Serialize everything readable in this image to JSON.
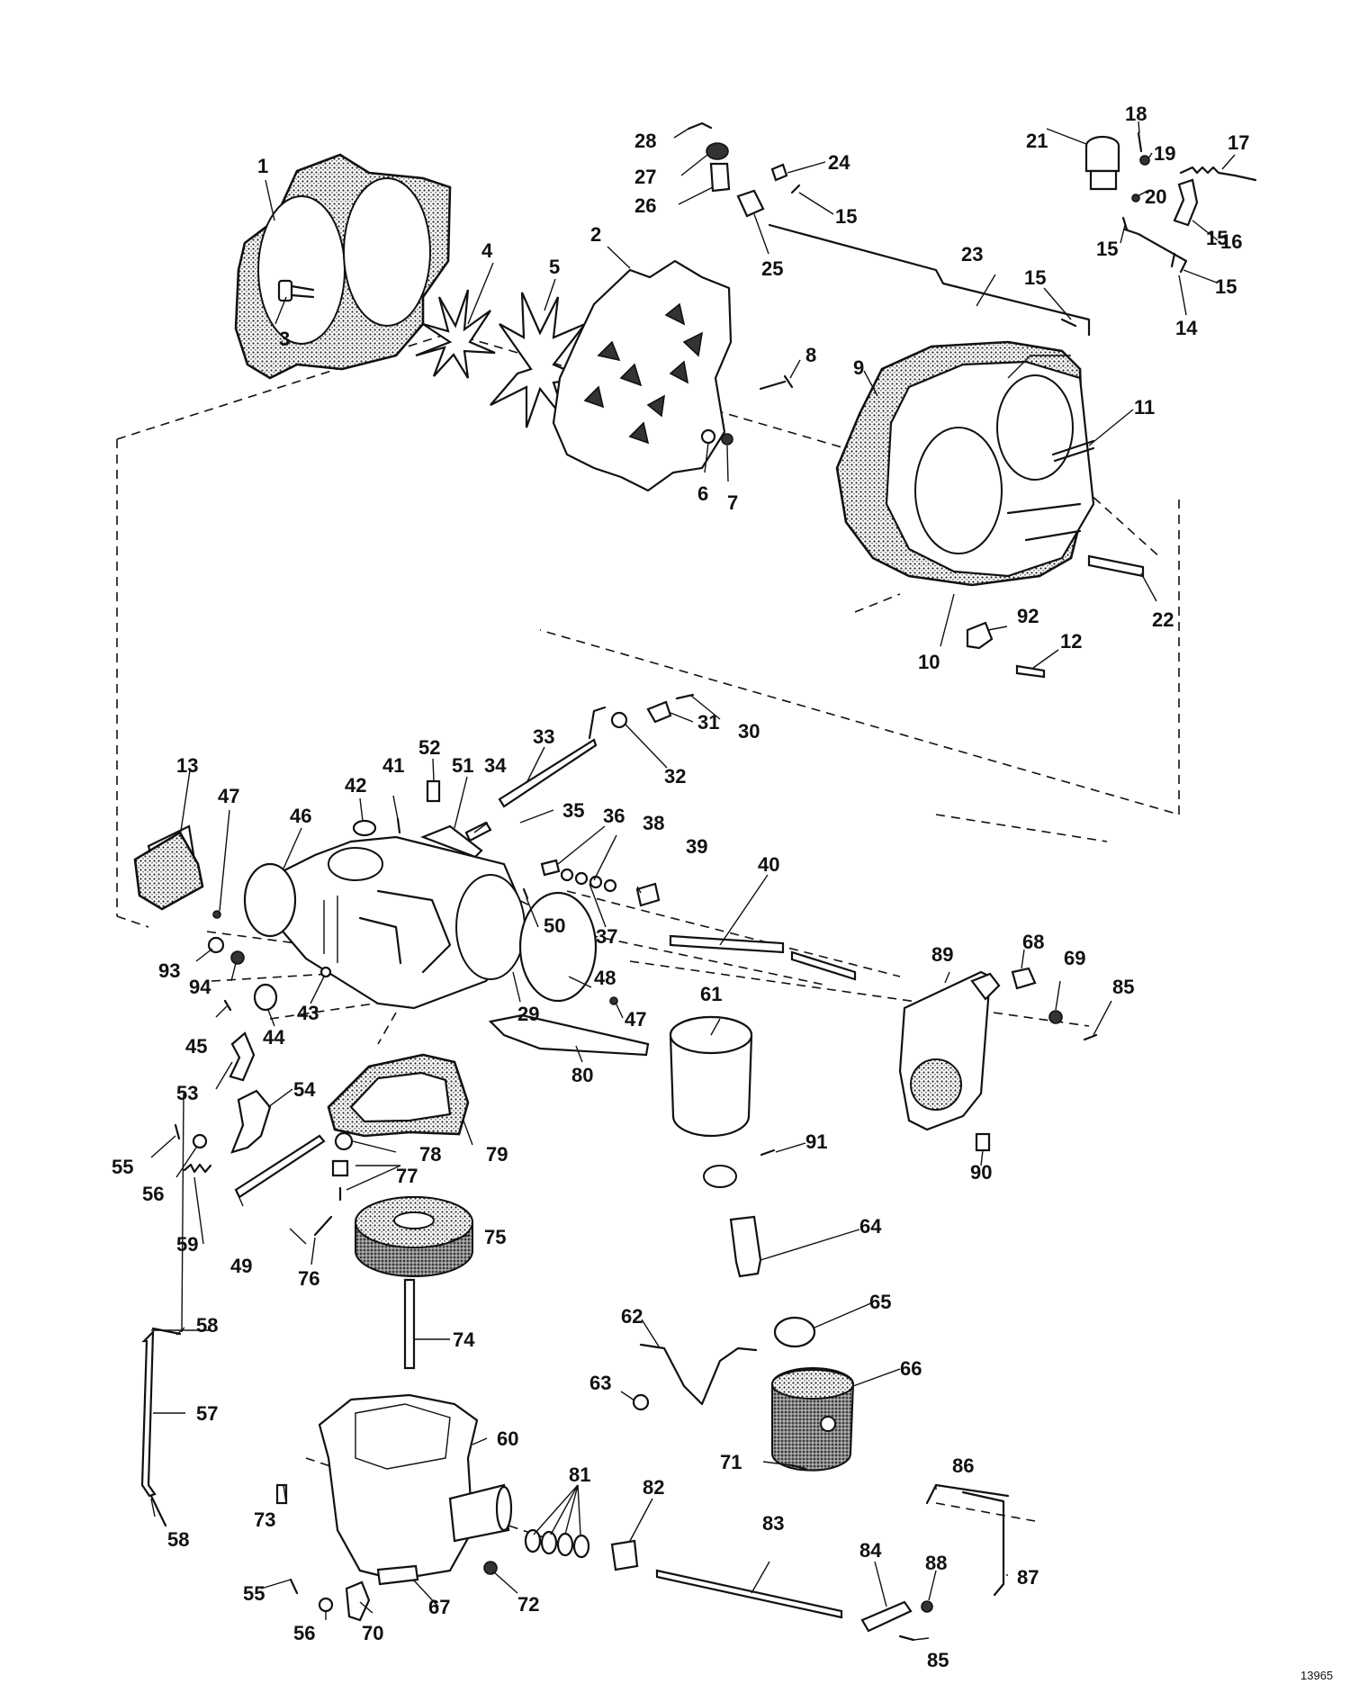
{
  "figure_number": "13965",
  "callouts": [
    {
      "id": "c1",
      "text": "1"
    },
    {
      "id": "c2",
      "text": "2"
    },
    {
      "id": "c3",
      "text": "3"
    },
    {
      "id": "c4",
      "text": "4"
    },
    {
      "id": "c5",
      "text": "5"
    },
    {
      "id": "c6",
      "text": "6"
    },
    {
      "id": "c7",
      "text": "7"
    },
    {
      "id": "c8",
      "text": "8"
    },
    {
      "id": "c9",
      "text": "9"
    },
    {
      "id": "c10",
      "text": "10"
    },
    {
      "id": "c11",
      "text": "11"
    },
    {
      "id": "c12",
      "text": "12"
    },
    {
      "id": "c13",
      "text": "13"
    },
    {
      "id": "c14",
      "text": "14"
    },
    {
      "id": "c15a",
      "text": "15"
    },
    {
      "id": "c15b",
      "text": "15"
    },
    {
      "id": "c15c",
      "text": "15"
    },
    {
      "id": "c15d",
      "text": "15"
    },
    {
      "id": "c15e",
      "text": "15"
    },
    {
      "id": "c16",
      "text": "16"
    },
    {
      "id": "c17",
      "text": "17"
    },
    {
      "id": "c18",
      "text": "18"
    },
    {
      "id": "c19",
      "text": "19"
    },
    {
      "id": "c20",
      "text": "20"
    },
    {
      "id": "c21",
      "text": "21"
    },
    {
      "id": "c22",
      "text": "22"
    },
    {
      "id": "c23",
      "text": "23"
    },
    {
      "id": "c24",
      "text": "24"
    },
    {
      "id": "c25",
      "text": "25"
    },
    {
      "id": "c26",
      "text": "26"
    },
    {
      "id": "c27",
      "text": "27"
    },
    {
      "id": "c28",
      "text": "28"
    },
    {
      "id": "c29",
      "text": "29"
    },
    {
      "id": "c30",
      "text": "30"
    },
    {
      "id": "c31",
      "text": "31"
    },
    {
      "id": "c32",
      "text": "32"
    },
    {
      "id": "c33",
      "text": "33"
    },
    {
      "id": "c34",
      "text": "34"
    },
    {
      "id": "c35",
      "text": "35"
    },
    {
      "id": "c36",
      "text": "36"
    },
    {
      "id": "c37",
      "text": "37"
    },
    {
      "id": "c38",
      "text": "38"
    },
    {
      "id": "c39",
      "text": "39"
    },
    {
      "id": "c40",
      "text": "40"
    },
    {
      "id": "c41",
      "text": "41"
    },
    {
      "id": "c42",
      "text": "42"
    },
    {
      "id": "c43",
      "text": "43"
    },
    {
      "id": "c44",
      "text": "44"
    },
    {
      "id": "c45",
      "text": "45"
    },
    {
      "id": "c46",
      "text": "46"
    },
    {
      "id": "c47a",
      "text": "47"
    },
    {
      "id": "c47b",
      "text": "47"
    },
    {
      "id": "c48",
      "text": "48"
    },
    {
      "id": "c49",
      "text": "49"
    },
    {
      "id": "c50",
      "text": "50"
    },
    {
      "id": "c51",
      "text": "51"
    },
    {
      "id": "c52",
      "text": "52"
    },
    {
      "id": "c53",
      "text": "53"
    },
    {
      "id": "c54",
      "text": "54"
    },
    {
      "id": "c55a",
      "text": "55"
    },
    {
      "id": "c55b",
      "text": "55"
    },
    {
      "id": "c56a",
      "text": "56"
    },
    {
      "id": "c56b",
      "text": "56"
    },
    {
      "id": "c57",
      "text": "57"
    },
    {
      "id": "c58a",
      "text": "58"
    },
    {
      "id": "c58b",
      "text": "58"
    },
    {
      "id": "c59",
      "text": "59"
    },
    {
      "id": "c60",
      "text": "60"
    },
    {
      "id": "c61",
      "text": "61"
    },
    {
      "id": "c62",
      "text": "62"
    },
    {
      "id": "c63",
      "text": "63"
    },
    {
      "id": "c64",
      "text": "64"
    },
    {
      "id": "c65",
      "text": "65"
    },
    {
      "id": "c66",
      "text": "66"
    },
    {
      "id": "c67",
      "text": "67"
    },
    {
      "id": "c68",
      "text": "68"
    },
    {
      "id": "c69",
      "text": "69"
    },
    {
      "id": "c70",
      "text": "70"
    },
    {
      "id": "c71",
      "text": "71"
    },
    {
      "id": "c72",
      "text": "72"
    },
    {
      "id": "c73",
      "text": "73"
    },
    {
      "id": "c74",
      "text": "74"
    },
    {
      "id": "c75",
      "text": "75"
    },
    {
      "id": "c76",
      "text": "76"
    },
    {
      "id": "c77",
      "text": "77"
    },
    {
      "id": "c78",
      "text": "78"
    },
    {
      "id": "c79",
      "text": "79"
    },
    {
      "id": "c80",
      "text": "80"
    },
    {
      "id": "c81",
      "text": "81"
    },
    {
      "id": "c82",
      "text": "82"
    },
    {
      "id": "c83",
      "text": "83"
    },
    {
      "id": "c84",
      "text": "84"
    },
    {
      "id": "c85a",
      "text": "85"
    },
    {
      "id": "c85b",
      "text": "85"
    },
    {
      "id": "c86",
      "text": "86"
    },
    {
      "id": "c87",
      "text": "87"
    },
    {
      "id": "c88",
      "text": "88"
    },
    {
      "id": "c89",
      "text": "89"
    },
    {
      "id": "c90",
      "text": "90"
    },
    {
      "id": "c91",
      "text": "91"
    },
    {
      "id": "c92",
      "text": "92"
    },
    {
      "id": "c93",
      "text": "93"
    },
    {
      "id": "c94",
      "text": "94"
    }
  ]
}
